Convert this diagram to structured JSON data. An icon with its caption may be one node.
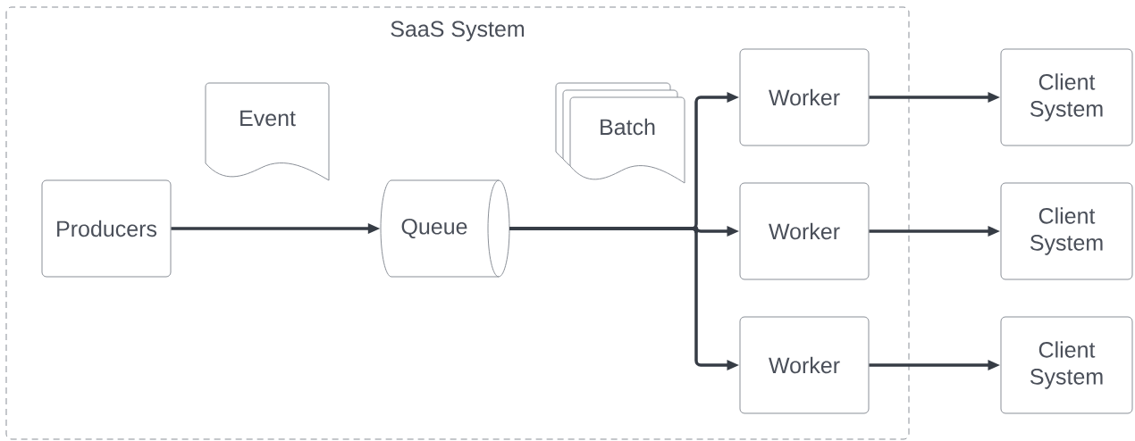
{
  "diagram": {
    "nodes": [
      {
        "text": [
          "SaaS System"
        ]
      },
      {
        "text": [
          "Producers"
        ],
        "in": 0
      },
      {
        "text": [
          "Event"
        ],
        "in": 0
      },
      {
        "text": [
          "Queue"
        ],
        "in": 0
      },
      {
        "text": [
          "Batch"
        ],
        "in": 0
      },
      {
        "text": [
          "Worker"
        ],
        "in": 0
      },
      {
        "text": [
          "Worker"
        ],
        "in": 0
      },
      {
        "text": [
          "Worker"
        ],
        "in": 0
      },
      {
        "text": [
          "Client System"
        ]
      },
      {
        "text": [
          "Client System"
        ]
      },
      {
        "text": [
          "Client System"
        ]
      }
    ],
    "edges": [
      {
        "from": 1,
        "to": 3,
        "arrow": "to"
      },
      {
        "from": 3,
        "to": 5,
        "arrow": "to"
      },
      {
        "from": 3,
        "to": 6,
        "arrow": "to"
      },
      {
        "from": 3,
        "to": 7,
        "arrow": "to"
      },
      {
        "from": 5,
        "to": 8,
        "arrow": "to"
      },
      {
        "from": 6,
        "to": 9,
        "arrow": "to"
      },
      {
        "from": 7,
        "to": 10,
        "arrow": "to"
      }
    ]
  }
}
